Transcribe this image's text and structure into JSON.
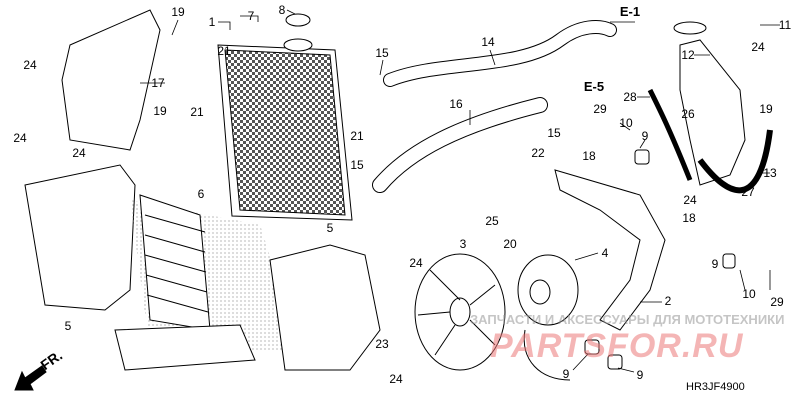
{
  "diagram_code": "HR3JF4900",
  "front_marker": "FR.",
  "watermark": {
    "line1": "ЗАПЧАСТИ И АКСЕССУАРЫ ДЛЯ МОТОТЕХНИКИ",
    "line2": "PARTSFOR.RU"
  },
  "references": [
    "E-1",
    "E-5"
  ],
  "labels": [
    "19",
    "1",
    "7",
    "8",
    "15",
    "14",
    "11",
    "12",
    "24",
    "17",
    "24",
    "19",
    "21",
    "21",
    "16",
    "15",
    "28",
    "26",
    "19",
    "29",
    "10",
    "9",
    "21",
    "22",
    "18",
    "13",
    "27",
    "24",
    "24",
    "6",
    "15",
    "24",
    "18",
    "5",
    "25",
    "3",
    "20",
    "4",
    "24",
    "9",
    "10",
    "29",
    "2",
    "5",
    "23",
    "9",
    "9",
    "24"
  ]
}
